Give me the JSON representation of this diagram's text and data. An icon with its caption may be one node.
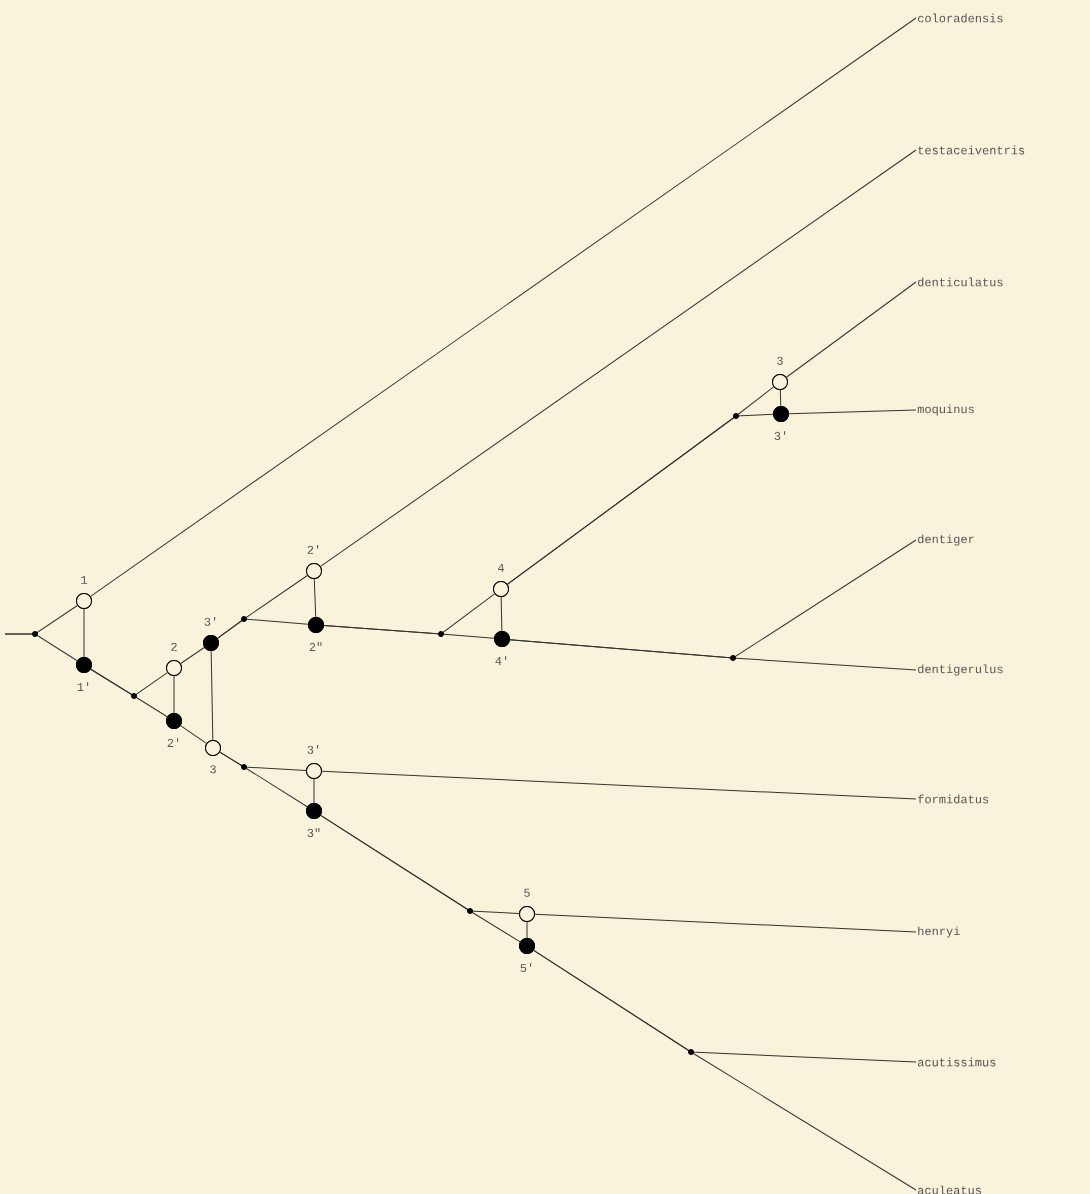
{
  "diagram": {
    "nodes": [
      {
        "text": [
          "coloradensis"
        ]
      },
      {
        "text": [
          "testaceiventris"
        ]
      },
      {
        "text": [
          "denticulatus"
        ]
      },
      {
        "text": [
          "moquinus"
        ]
      },
      {
        "text": [
          "dentiger"
        ]
      },
      {
        "text": [
          "dentigerulus"
        ]
      },
      {
        "text": [
          "formidatus"
        ]
      },
      {
        "text": [
          "henryi"
        ]
      },
      {
        "text": [
          "acutissimus"
        ]
      },
      {
        "text": [
          "aculeatus"
        ]
      },
      {
        "text": [],
        "shape": "circle",
        "beside": [
          "1"
        ]
      },
      {
        "text": [],
        "shape": "disc",
        "beside": [
          "1'"
        ]
      },
      {
        "text": [],
        "shape": "circle",
        "beside": [
          "2"
        ]
      },
      {
        "text": [],
        "shape": "disc",
        "beside": [
          "2'"
        ]
      },
      {
        "text": [],
        "shape": "disc",
        "beside": [
          "3'"
        ]
      },
      {
        "text": [],
        "shape": "circle",
        "beside": [
          "3"
        ]
      },
      {
        "text": [],
        "shape": "circle",
        "beside": [
          "2'"
        ]
      },
      {
        "text": [],
        "shape": "disc",
        "beside": [
          "2\""
        ]
      },
      {
        "text": [],
        "shape": "circle",
        "beside": [
          "4"
        ]
      },
      {
        "text": [],
        "shape": "disc",
        "beside": [
          "4'"
        ]
      },
      {
        "text": [],
        "shape": "circle",
        "beside": [
          "3"
        ]
      },
      {
        "text": [],
        "shape": "disc",
        "beside": [
          "3'"
        ]
      },
      {
        "text": [],
        "shape": "circle",
        "beside": [
          "3'"
        ]
      },
      {
        "text": [],
        "shape": "disc",
        "beside": [
          "3\""
        ]
      },
      {
        "text": [],
        "shape": "circle",
        "beside": [
          "5"
        ]
      },
      {
        "text": [],
        "shape": "disc",
        "beside": [
          "5'"
        ]
      }
    ],
    "edges": [
      {
        "from": null,
        "to": 10,
        "arrow": "none"
      },
      {
        "from": null,
        "to": 11,
        "arrow": "none"
      },
      {
        "from": 10,
        "to": 0,
        "arrow": "none"
      },
      {
        "from": 10,
        "to": 11,
        "arrow": "none"
      },
      {
        "from": 11,
        "to": 12,
        "arrow": "none"
      },
      {
        "from": 11,
        "to": 13,
        "arrow": "none"
      },
      {
        "from": 12,
        "to": 14,
        "arrow": "none"
      },
      {
        "from": 13,
        "to": 15,
        "arrow": "none"
      },
      {
        "from": 12,
        "to": 13,
        "arrow": "none"
      },
      {
        "from": 14,
        "to": 15,
        "arrow": "none"
      },
      {
        "from": 14,
        "to": 16,
        "arrow": "none"
      },
      {
        "from": 14,
        "to": 17,
        "arrow": "none"
      },
      {
        "from": 16,
        "to": 1,
        "arrow": "none"
      },
      {
        "from": 16,
        "to": 17,
        "arrow": "none"
      },
      {
        "from": 17,
        "to": 18,
        "arrow": "none"
      },
      {
        "from": 17,
        "to": 19,
        "arrow": "none"
      },
      {
        "from": 18,
        "to": 20,
        "arrow": "none"
      },
      {
        "from": 18,
        "to": 21,
        "arrow": "none"
      },
      {
        "from": 20,
        "to": 2,
        "arrow": "none"
      },
      {
        "from": 21,
        "to": 3,
        "arrow": "none"
      },
      {
        "from": 20,
        "to": 21,
        "arrow": "none"
      },
      {
        "from": 18,
        "to": 19,
        "arrow": "none"
      },
      {
        "from": 19,
        "to": 4,
        "arrow": "none"
      },
      {
        "from": 19,
        "to": 5,
        "arrow": "none"
      },
      {
        "from": 15,
        "to": 22,
        "arrow": "none"
      },
      {
        "from": 15,
        "to": 23,
        "arrow": "none"
      },
      {
        "from": 22,
        "to": 6,
        "arrow": "none"
      },
      {
        "from": 22,
        "to": 23,
        "arrow": "none"
      },
      {
        "from": 23,
        "to": 24,
        "arrow": "none"
      },
      {
        "from": 23,
        "to": 25,
        "arrow": "none"
      },
      {
        "from": 24,
        "to": 7,
        "arrow": "none"
      },
      {
        "from": 24,
        "to": 25,
        "arrow": "none"
      },
      {
        "from": 25,
        "to": 8,
        "arrow": "none"
      },
      {
        "from": 25,
        "to": 9,
        "arrow": "none"
      }
    ]
  }
}
